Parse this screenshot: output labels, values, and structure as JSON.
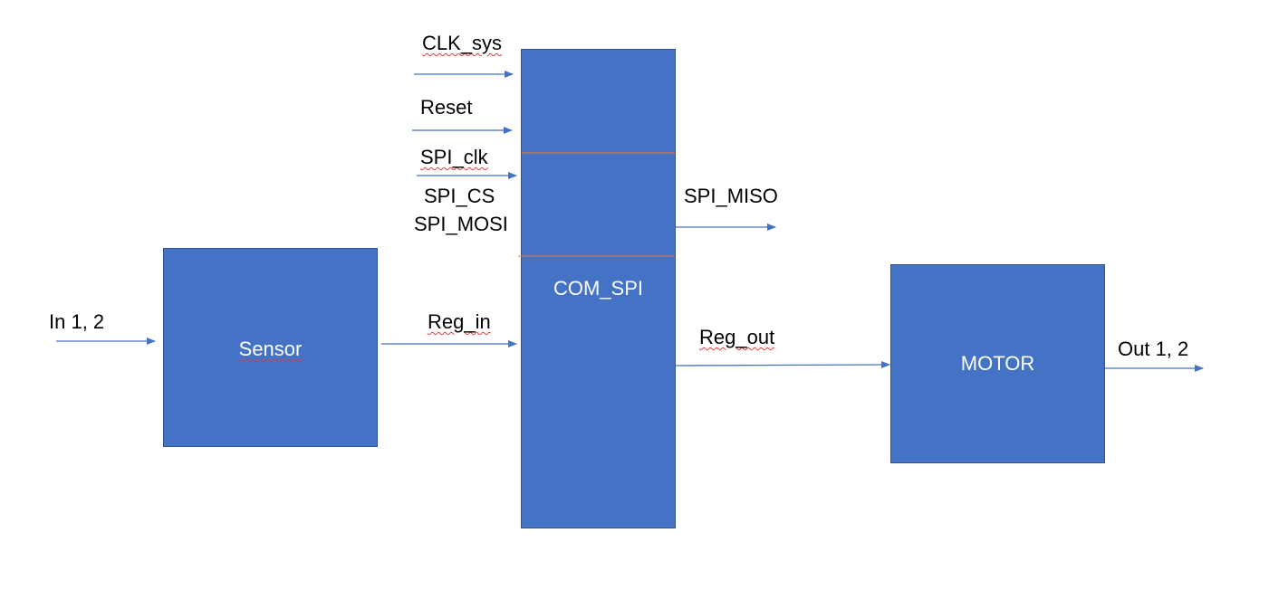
{
  "blocks": {
    "sensor": "Sensor",
    "com_spi": "COM_SPI",
    "motor": "MOTOR"
  },
  "signals": {
    "clk_sys": "CLK_sys",
    "reset": "Reset",
    "spi_clk": "SPI_clk",
    "spi_cs": "SPI_CS",
    "spi_mosi": "SPI_MOSI",
    "spi_miso": "SPI_MISO",
    "in": "In 1, 2",
    "reg_in": "Reg_in",
    "reg_out": "Reg_out",
    "out": "Out 1, 2"
  },
  "colors": {
    "block_fill": "#4472c4",
    "block_border": "#2f528f",
    "arrow": "#4472c4",
    "divider": "#ed7d31"
  }
}
